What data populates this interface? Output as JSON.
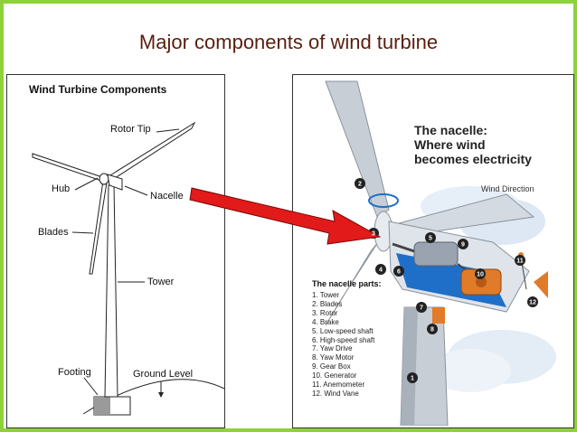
{
  "slide": {
    "title": "Major components of wind turbine"
  },
  "left_diagram": {
    "heading": "Wind Turbine Components",
    "labels": {
      "rotor_tip": "Rotor Tip",
      "hub": "Hub",
      "nacelle": "Nacelle",
      "blades": "Blades",
      "tower": "Tower",
      "footing": "Footing",
      "ground_level": "Ground Level"
    }
  },
  "right_diagram": {
    "title_lines": [
      "The nacelle:",
      "Where wind",
      "becomes electricity"
    ],
    "wind_direction": "Wind Direction",
    "parts_heading": "The nacelle parts:",
    "parts": [
      "1. Tower",
      "2. Blades",
      "3. Rotor",
      "4. Brake",
      "5. Low-speed shaft",
      "6. High-speed shaft",
      "7. Yaw Drive",
      "8. Yaw Motor",
      "9. Gear Box",
      "10. Generator",
      "11. Anemometer",
      "12. Wind Vane"
    ],
    "callout_numbers": [
      "1",
      "2",
      "3",
      "4",
      "5",
      "6",
      "7",
      "8",
      "9",
      "10",
      "11",
      "12"
    ]
  },
  "colors": {
    "border": "#8ed23a",
    "title": "#5a1e0f",
    "arrow": "#e21a1a",
    "nacelle_blue": "#1f6fc9",
    "generator_orange": "#e07b2a",
    "turbine_gray": "#c8ced6"
  }
}
